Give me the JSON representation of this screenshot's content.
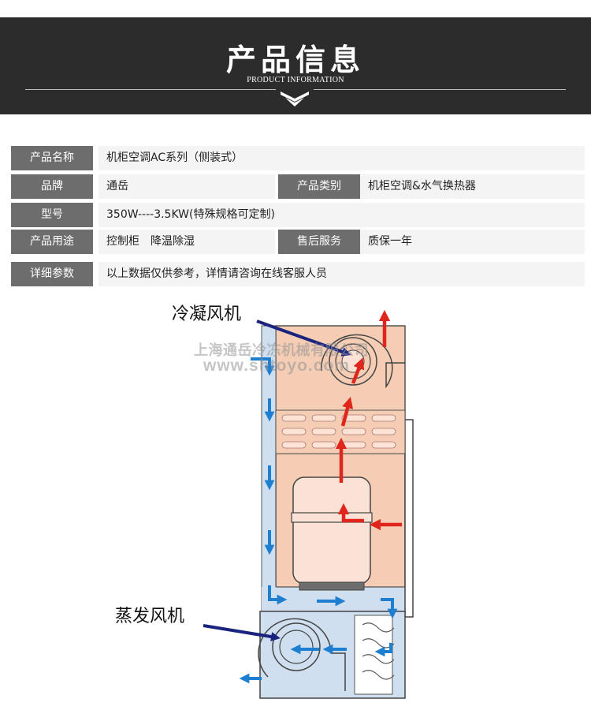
{
  "header": {
    "title": "产品信息",
    "subtitle": "PRODUCT INFORMATION"
  },
  "specs": {
    "row1": {
      "label": "产品名称",
      "value": "机柜空调AC系列（侧装式）"
    },
    "row2": {
      "label": "品牌",
      "value": "通岳",
      "label2": "产品类别",
      "value2": "机柜空调&水气换热器"
    },
    "row3": {
      "label": "型号",
      "value": "350W----3.5KW(特殊规格可定制)"
    },
    "row4": {
      "label": "产品用途",
      "value": "控制柜　降温除湿",
      "label2": "售后服务",
      "value2": "质保一年"
    },
    "row5": {
      "label": "详细参数",
      "value": "以上数据仅供参考，详情请咨询在线客服人员"
    }
  },
  "diagram": {
    "condenser_fan_label": "冷凝风机",
    "evaporator_fan_label": "蒸发风机",
    "watermark_company": "上海通岳冷冻机械有限公司",
    "watermark_url": "www.shtoyo.com"
  },
  "colors": {
    "banner_bg": "#2c2c2c",
    "label_bg": "#6d6d6d",
    "value_bg": "#f4f4f4",
    "hot_zone": "#f5cdb4",
    "cold_zone": "#cfdff0",
    "hot_arrow": "#e0261c",
    "cold_arrow": "#1e7fd0",
    "pointer_arrow": "#1a237e"
  }
}
